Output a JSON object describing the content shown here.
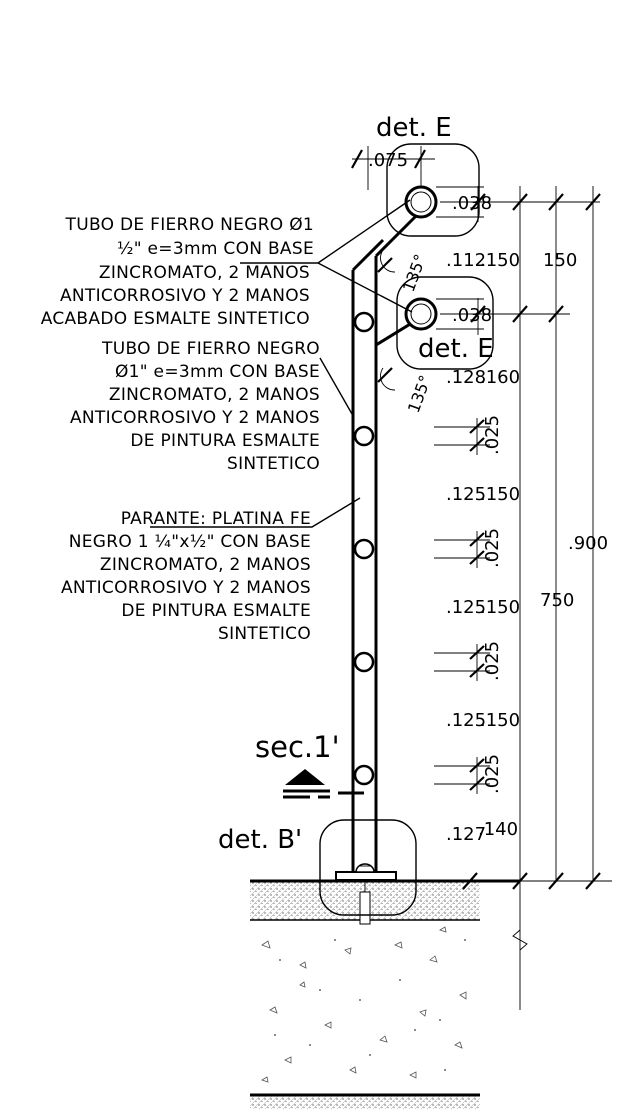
{
  "details": {
    "det_e_top": "det.  E",
    "det_e_mid": "det.  E",
    "det_b": "det.  B'",
    "section": "sec.1'"
  },
  "notes": {
    "tubo_15": [
      "TUBO DE FIERRO NEGRO Ø1",
      "½\"  e=3mm  CON  BASE",
      "ZINCROMATO, 2 MANOS",
      "ANTICORROSIVO Y 2 MANOS",
      "ACABADO ESMALTE SINTETICO"
    ],
    "tubo_1": [
      "TUBO DE FIERRO NEGRO",
      "Ø1\"  e=3mm  CON  BASE",
      "ZINCROMATO, 2 MANOS",
      "ANTICORROSIVO Y 2 MANOS",
      "DE PINTURA ESMALTE",
      "SINTETICO"
    ],
    "parante": [
      "PARANTE: PLATINA FE",
      "NEGRO 1 ¼\"x½\"  CON  BASE",
      "ZINCROMATO, 2 MANOS",
      "ANTICORROSIVO Y 2 MANOS",
      "DE PINTURA ESMALTE",
      "SINTETICO"
    ]
  },
  "dims": {
    "d075": ".075",
    "d038a": ".038",
    "d038b": ".038",
    "d112": ".112",
    "d150a": ".150",
    "d150b": "150",
    "d128": ".128",
    "d160": ".160",
    "d025a": ".025",
    "d125a": ".125",
    "d150c": ".150",
    "d900": ".900",
    "d025b": ".025",
    "d125b": ".125",
    "d150d": ".150",
    "d750": "750",
    "d025c": ".025",
    "d125c": ".125",
    "d150e": ".150",
    "d025d": ".025",
    "d127": ".127",
    "d140": ".140",
    "a135a": "135°",
    "a135b": "135°"
  }
}
